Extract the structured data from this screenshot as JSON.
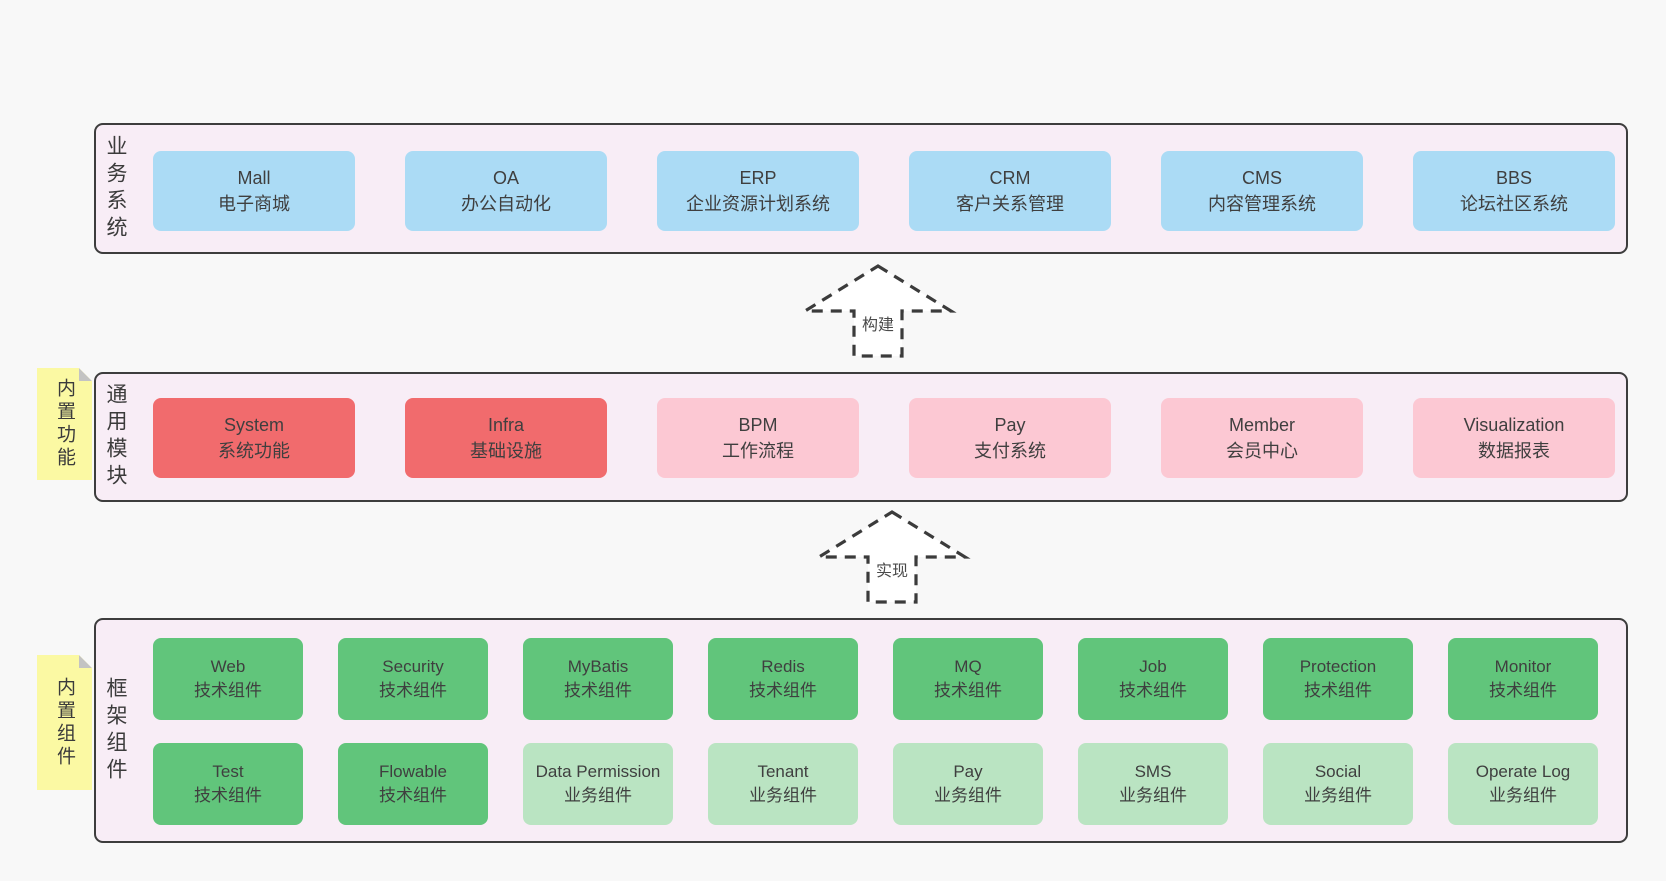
{
  "colors": {
    "background": "#f8f8f8",
    "band_bg": "#f8edf6",
    "band_border": "#3d3d3d",
    "business_blue": "#abdbf5",
    "core_red": "#f16b6d",
    "module_pink": "#fcc8d3",
    "tech_green": "#61c57b",
    "biz_green": "#bae4c2",
    "sticky_yellow": "#fbf9a3",
    "text": "#3f3f3f"
  },
  "bands": [
    {
      "label": "业务系统",
      "boxes": [
        {
          "en": "Mall",
          "zh": "电子商城"
        },
        {
          "en": "OA",
          "zh": "办公自动化"
        },
        {
          "en": "ERP",
          "zh": "企业资源计划系统"
        },
        {
          "en": "CRM",
          "zh": "客户关系管理"
        },
        {
          "en": "CMS",
          "zh": "内容管理系统"
        },
        {
          "en": "BBS",
          "zh": "论坛社区系统"
        }
      ]
    },
    {
      "label": "通用模块",
      "sticky": "内置功能",
      "boxes": [
        {
          "en": "System",
          "zh": "系统功能"
        },
        {
          "en": "Infra",
          "zh": "基础设施"
        },
        {
          "en": "BPM",
          "zh": "工作流程"
        },
        {
          "en": "Pay",
          "zh": "支付系统"
        },
        {
          "en": "Member",
          "zh": "会员中心"
        },
        {
          "en": "Visualization",
          "zh": "数据报表"
        }
      ]
    },
    {
      "label": "框架组件",
      "sticky": "内置组件",
      "rows": [
        [
          {
            "en": "Web",
            "zh": "技术组件"
          },
          {
            "en": "Security",
            "zh": "技术组件"
          },
          {
            "en": "MyBatis",
            "zh": "技术组件"
          },
          {
            "en": "Redis",
            "zh": "技术组件"
          },
          {
            "en": "MQ",
            "zh": "技术组件"
          },
          {
            "en": "Job",
            "zh": "技术组件"
          },
          {
            "en": "Protection",
            "zh": "技术组件"
          },
          {
            "en": "Monitor",
            "zh": "技术组件"
          }
        ],
        [
          {
            "en": "Test",
            "zh": "技术组件"
          },
          {
            "en": "Flowable",
            "zh": "技术组件"
          },
          {
            "en": "Data Permission",
            "zh": "业务组件"
          },
          {
            "en": "Tenant",
            "zh": "业务组件"
          },
          {
            "en": "Pay",
            "zh": "业务组件"
          },
          {
            "en": "SMS",
            "zh": "业务组件"
          },
          {
            "en": "Social",
            "zh": "业务组件"
          },
          {
            "en": "Operate Log",
            "zh": "业务组件"
          }
        ]
      ]
    }
  ],
  "arrows": [
    {
      "label": "构建"
    },
    {
      "label": "实现"
    }
  ]
}
